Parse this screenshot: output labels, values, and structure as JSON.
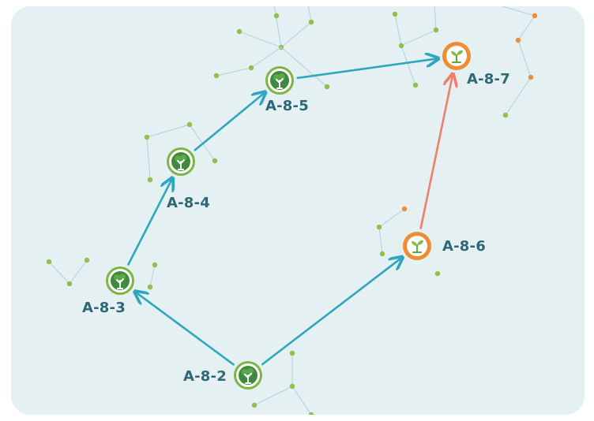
{
  "colors": {
    "background": "#e4f0f1",
    "path_blue": "#2ea6bf",
    "path_red": "#ef7e6c",
    "tree_ring": "#7db543",
    "tree_fill": "#3f8a3f",
    "sprout_fill": "#ee8d33",
    "label": "#2f6776",
    "dot_green": "#8ec04a",
    "dot_orange": "#ee8d33",
    "faint_line": "#b9d6dc"
  },
  "nodes": [
    {
      "id": "A-8-2",
      "label": "A-8-2",
      "type": "tree",
      "status": "completed"
    },
    {
      "id": "A-8-3",
      "label": "A-8-3",
      "type": "tree",
      "status": "completed"
    },
    {
      "id": "A-8-4",
      "label": "A-8-4",
      "type": "tree",
      "status": "completed"
    },
    {
      "id": "A-8-5",
      "label": "A-8-5",
      "type": "tree",
      "status": "completed"
    },
    {
      "id": "A-8-6",
      "label": "A-8-6",
      "type": "sprout",
      "status": "in-progress"
    },
    {
      "id": "A-8-7",
      "label": "A-8-7",
      "type": "sprout",
      "status": "in-progress"
    }
  ],
  "paths": [
    {
      "from": "A-8-2",
      "to": "A-8-3",
      "color": "blue"
    },
    {
      "from": "A-8-3",
      "to": "A-8-4",
      "color": "blue"
    },
    {
      "from": "A-8-4",
      "to": "A-8-5",
      "color": "blue"
    },
    {
      "from": "A-8-5",
      "to": "A-8-7",
      "color": "blue"
    },
    {
      "from": "A-8-2",
      "to": "A-8-6",
      "color": "blue"
    },
    {
      "from": "A-8-6",
      "to": "A-8-7",
      "color": "red"
    }
  ],
  "icons": {
    "tree": "tree-icon",
    "sprout": "sprout-icon"
  }
}
